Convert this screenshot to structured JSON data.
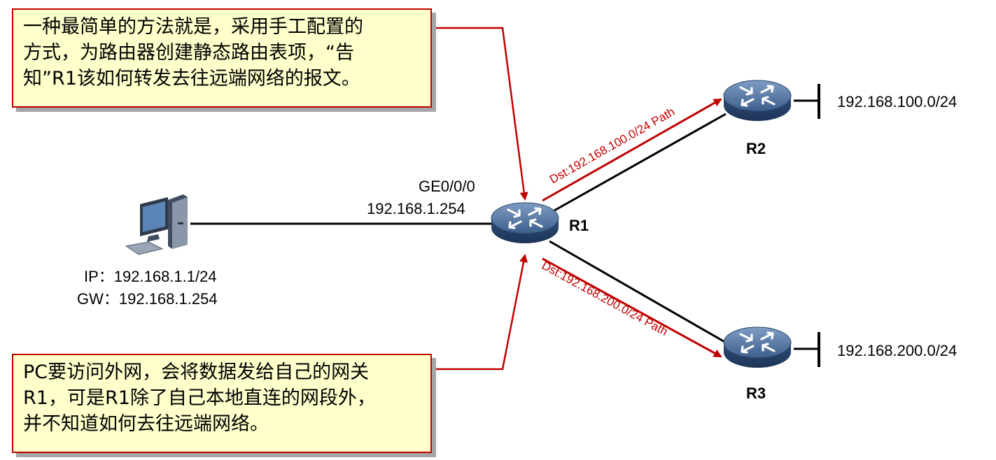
{
  "callouts": {
    "top": "一种最简单的方法就是，采用手工配置的\n方式，为路由器创建静态路由表项，“告\n知”R1该如何转发去往远端网络的报文。",
    "bottom": "PC要访问外网，会将数据发给自己的网关\nR1，可是R1除了自己本地直连的网段外，\n并不知道如何去往远端网络。"
  },
  "pc": {
    "ip": "IP：192.168.1.1/24",
    "gw": "GW：192.168.1.254"
  },
  "r1": {
    "name": "R1",
    "interface": "GE0/0/0",
    "interface_ip": "192.168.1.254"
  },
  "r2": {
    "name": "R2",
    "network": "192.168.100.0/24",
    "path_label": "Dst:192.168.100.0/24 Path"
  },
  "r3": {
    "name": "R3",
    "network": "192.168.200.0/24",
    "path_label": "Dst:192.168.200.0/24 Path"
  },
  "colors": {
    "callout_border": "#c00000",
    "callout_fill": "#ffffcc",
    "path": "#c00000",
    "router_body": "#4a6b96"
  }
}
